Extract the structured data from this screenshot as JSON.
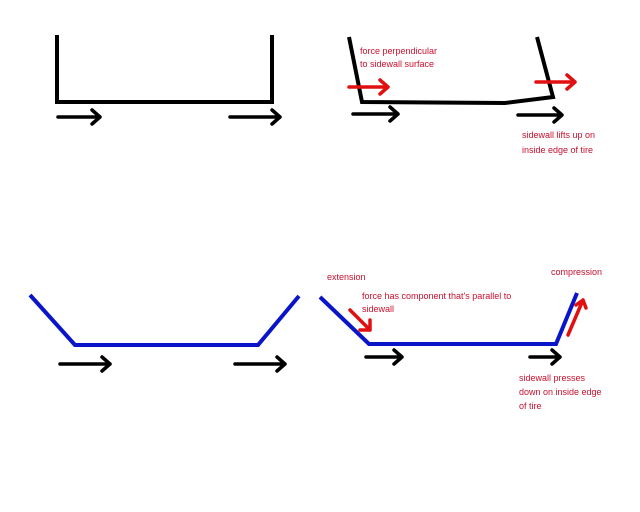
{
  "panels": {
    "top_right": {
      "note_force": [
        "force perpendicular",
        "to sidewall surface"
      ],
      "note_sidewall": [
        "sidewall lifts up on",
        "inside edge of tire"
      ]
    },
    "bottom_right": {
      "label_extension": "extension",
      "label_compression": "compression",
      "note_force": [
        "force has component that's parallel to",
        "sidewall"
      ],
      "note_sidewall": [
        "sidewall presses",
        "down on inside edge",
        "of tire"
      ]
    }
  },
  "colors": {
    "tire_unloaded": "#000000",
    "tire_deformed": "#0a14c8",
    "annotation": "#c8102e",
    "force_arrow": "#e01010"
  }
}
